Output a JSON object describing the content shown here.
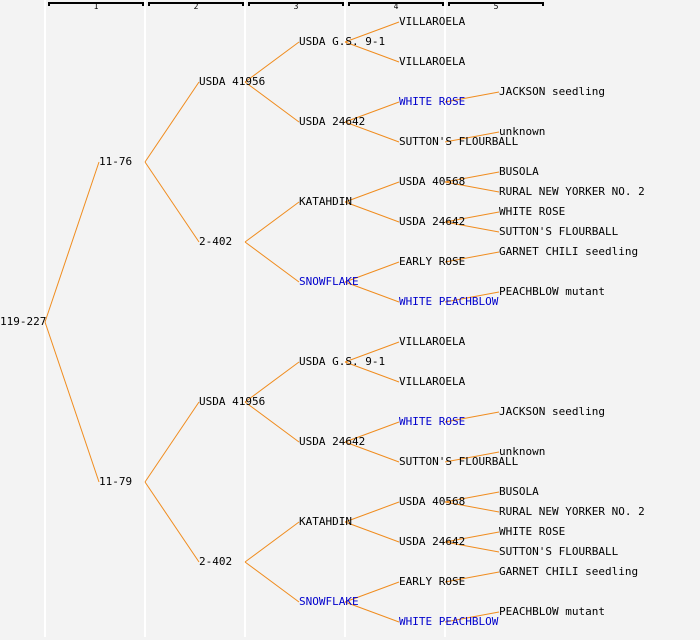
{
  "colors": {
    "line": "#f08c1e",
    "text": "#000000",
    "highlight": "#0000cc",
    "background": "#f3f3f3"
  },
  "generations": [
    "1",
    "2",
    "3",
    "4",
    "5"
  ],
  "tree": {
    "label": "119-227",
    "parents": [
      {
        "label": "11-76",
        "parents": [
          {
            "label": "USDA 41956",
            "parents": [
              {
                "label": "USDA G.S. 9-1",
                "parents": [
                  {
                    "label": "VILLAROELA"
                  },
                  {
                    "label": "VILLAROELA"
                  }
                ]
              },
              {
                "label": "USDA 24642",
                "parents": [
                  {
                    "label": "WHITE ROSE",
                    "highlight": true,
                    "parents": [
                      {
                        "label": "JACKSON seedling"
                      },
                      null
                    ]
                  },
                  {
                    "label": "SUTTON'S FLOURBALL",
                    "parents": [
                      {
                        "label": "unknown"
                      },
                      null
                    ]
                  }
                ]
              }
            ]
          },
          {
            "label": "2-402",
            "parents": [
              {
                "label": "KATAHDIN",
                "parents": [
                  {
                    "label": "USDA 40568",
                    "parents": [
                      {
                        "label": "BUSOLA"
                      },
                      {
                        "label": "RURAL NEW YORKER NO. 2"
                      }
                    ]
                  },
                  {
                    "label": "USDA 24642",
                    "parents": [
                      {
                        "label": "WHITE ROSE"
                      },
                      {
                        "label": "SUTTON'S FLOURBALL"
                      }
                    ]
                  }
                ]
              },
              {
                "label": "SNOWFLAKE",
                "highlight": true,
                "parents": [
                  {
                    "label": "EARLY ROSE",
                    "parents": [
                      {
                        "label": "GARNET CHILI seedling"
                      },
                      null
                    ]
                  },
                  {
                    "label": "WHITE PEACHBLOW",
                    "highlight": true,
                    "parents": [
                      {
                        "label": "PEACHBLOW mutant"
                      },
                      null
                    ]
                  }
                ]
              }
            ]
          }
        ]
      },
      {
        "label": "11-79",
        "parents": [
          {
            "label": "USDA 41956",
            "parents": [
              {
                "label": "USDA G.S. 9-1",
                "parents": [
                  {
                    "label": "VILLAROELA"
                  },
                  {
                    "label": "VILLAROELA"
                  }
                ]
              },
              {
                "label": "USDA 24642",
                "parents": [
                  {
                    "label": "WHITE ROSE",
                    "highlight": true,
                    "parents": [
                      {
                        "label": "JACKSON seedling"
                      },
                      null
                    ]
                  },
                  {
                    "label": "SUTTON'S FLOURBALL",
                    "parents": [
                      {
                        "label": "unknown"
                      },
                      null
                    ]
                  }
                ]
              }
            ]
          },
          {
            "label": "2-402",
            "parents": [
              {
                "label": "KATAHDIN",
                "parents": [
                  {
                    "label": "USDA 40568",
                    "parents": [
                      {
                        "label": "BUSOLA"
                      },
                      {
                        "label": "RURAL NEW YORKER NO. 2"
                      }
                    ]
                  },
                  {
                    "label": "USDA 24642",
                    "parents": [
                      {
                        "label": "WHITE ROSE"
                      },
                      {
                        "label": "SUTTON'S FLOURBALL"
                      }
                    ]
                  }
                ]
              },
              {
                "label": "SNOWFLAKE",
                "highlight": true,
                "parents": [
                  {
                    "label": "EARLY ROSE",
                    "parents": [
                      {
                        "label": "GARNET CHILI seedling"
                      },
                      null
                    ]
                  },
                  {
                    "label": "WHITE PEACHBLOW",
                    "highlight": true,
                    "parents": [
                      {
                        "label": "PEACHBLOW mutant"
                      },
                      null
                    ]
                  }
                ]
              }
            ]
          }
        ]
      }
    ]
  }
}
